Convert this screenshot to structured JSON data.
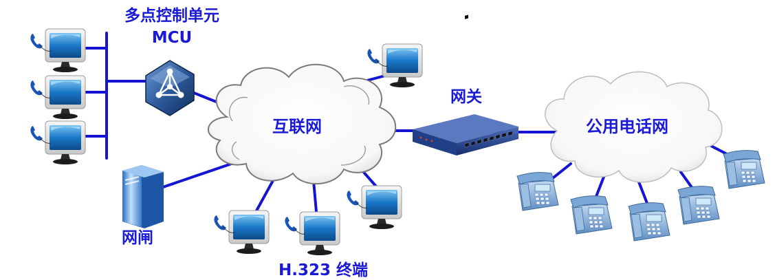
{
  "labels": {
    "mcu_cn": "多点控制单元",
    "mcu_en": "MCU",
    "internet": "互联网",
    "gateway": "网关",
    "pstn": "公用电话网",
    "gatekeeper": "网闸",
    "terminals": "H.323 终端"
  },
  "colors": {
    "line": "#1414d2",
    "label": "#1a1ad6",
    "cloud_stroke": "#7a7a7a",
    "monitor_frame": "#e6e6e6",
    "screen": "#1a78c8",
    "phone_base": "#6f9ccc",
    "mcu_hex": "#2c5a9c",
    "switch_body": "#1f3e86"
  },
  "icons": {
    "terminal": "computer-terminal-icon",
    "handset": "telephone-handset-icon",
    "mcu": "mcu-hexagon-icon",
    "gatekeeper": "server-tower-icon",
    "gateway": "network-switch-icon",
    "phone": "desk-telephone-icon"
  }
}
